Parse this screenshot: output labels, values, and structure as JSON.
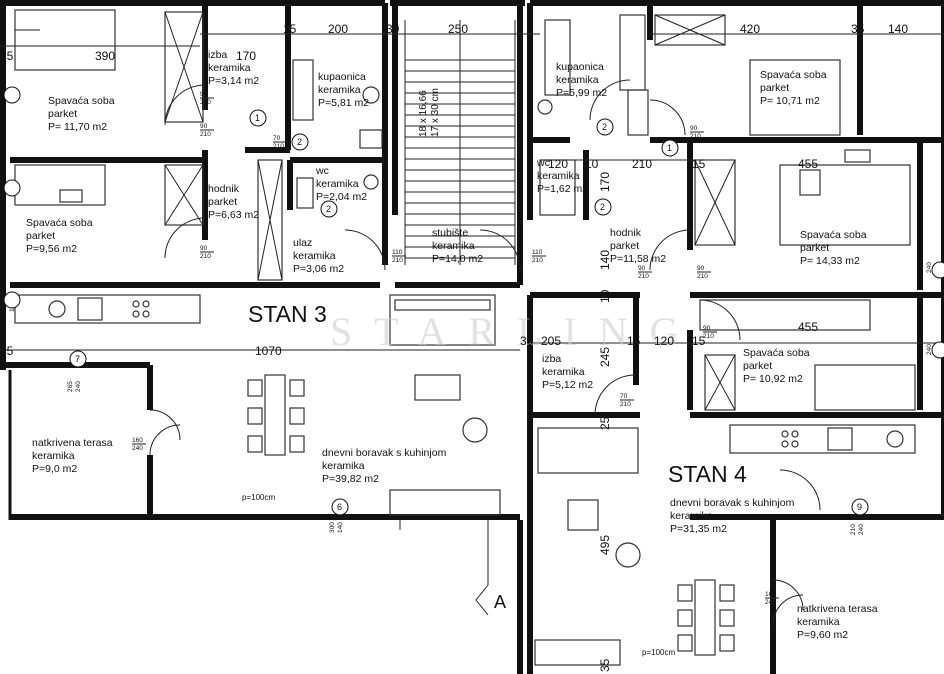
{
  "watermark": "STARLING",
  "apartments": [
    {
      "id": "stan3",
      "label": "STAN 3"
    },
    {
      "id": "stan4",
      "label": "STAN 4"
    }
  ],
  "rooms": [
    {
      "id": "s3-bed1",
      "lines": [
        "Spavaća soba",
        "parket",
        "P= 11,70 m2"
      ]
    },
    {
      "id": "s3-izba",
      "lines": [
        "izba",
        "keramika",
        "P=3,14 m2"
      ]
    },
    {
      "id": "s3-bath",
      "lines": [
        "kupaonica",
        "keramika",
        "P=5,81 m2"
      ]
    },
    {
      "id": "s3-bed2",
      "lines": [
        "Spavaća soba",
        "parket",
        "P=9,56 m2"
      ]
    },
    {
      "id": "s3-hall",
      "lines": [
        "hodnik",
        "parket",
        "P=6,63 m2"
      ]
    },
    {
      "id": "s3-wc",
      "lines": [
        "wc",
        "keramika",
        "P=2,04 m2"
      ]
    },
    {
      "id": "s3-ulaz",
      "lines": [
        "ulaz",
        "keramika",
        "P=3,06 m2"
      ]
    },
    {
      "id": "stairs",
      "lines": [
        "stubište",
        "keramika",
        "P=14,0 m2"
      ]
    },
    {
      "id": "s4-bath",
      "lines": [
        "kupaonica",
        "keramika",
        "P=5,99 m2"
      ]
    },
    {
      "id": "s4-bed1",
      "lines": [
        "Spavaća soba",
        "parket",
        "P= 10,71 m2"
      ]
    },
    {
      "id": "s4-wc",
      "lines": [
        "wc",
        "keramika",
        "P=1,62 m2"
      ]
    },
    {
      "id": "s4-hall",
      "lines": [
        "hodnik",
        "parket",
        "P=11,58 m2"
      ]
    },
    {
      "id": "s4-bed2",
      "lines": [
        "Spavaća soba",
        "parket",
        "P= 14,33 m2"
      ]
    },
    {
      "id": "s4-izba",
      "lines": [
        "izba",
        "keramika",
        "P=5,12 m2"
      ]
    },
    {
      "id": "s4-bed3",
      "lines": [
        "Spavaća soba",
        "parket",
        "P= 10,92 m2"
      ]
    },
    {
      "id": "s3-terrace",
      "lines": [
        "natkrivena terasa",
        "keramika",
        "P=9,0 m2"
      ]
    },
    {
      "id": "s3-living",
      "lines": [
        "dnevni boravak s kuhinjom",
        "keramika",
        "P=39,82 m2"
      ]
    },
    {
      "id": "s4-living",
      "lines": [
        "dnevni boravak s kuhinjom",
        "keramika",
        "P=31,35 m2"
      ]
    },
    {
      "id": "s4-terrace",
      "lines": [
        "natkrivena terasa",
        "keramika",
        "P=9,60 m2"
      ]
    }
  ],
  "dimensions": {
    "top_200": "200",
    "top_30a": "30",
    "top_250": "250",
    "top_420": "420",
    "top_35": "35",
    "top_140": "140",
    "left_35a": "35",
    "w_390": "390",
    "w_170": "170",
    "w_15a": "15",
    "w_120a": "120",
    "w_10": "10",
    "w_210": "210",
    "w_15b": "15",
    "w_455a": "455",
    "w_455b": "455",
    "w_1070": "1070",
    "left_35b": "35",
    "w_30b": "30",
    "w_205": "205",
    "w_15c": "15",
    "w_120b": "120",
    "w_15d": "15",
    "v_245": "245",
    "v_25": "25",
    "v_495": "495",
    "v_140": "140",
    "v_170": "170",
    "v_10": "10",
    "v_35": "35",
    "stairs_a": "18 x 16,66",
    "stairs_b": "17 x 30 cm",
    "rail_a": "p=100cm",
    "rail_b": "p=100cm"
  },
  "door_tags": [
    {
      "id": "d1",
      "w": "90",
      "h": "210"
    },
    {
      "id": "d2",
      "w": "70",
      "h": "210"
    },
    {
      "id": "d3",
      "w": "90",
      "h": "210"
    },
    {
      "id": "d4",
      "w": "110",
      "h": "210"
    },
    {
      "id": "d5",
      "w": "110",
      "h": "210"
    },
    {
      "id": "d6",
      "w": "90",
      "h": "210"
    },
    {
      "id": "d7",
      "w": "90",
      "h": "210"
    },
    {
      "id": "d8",
      "w": "90",
      "h": "210"
    },
    {
      "id": "d9",
      "w": "70",
      "h": "210"
    },
    {
      "id": "d10",
      "w": "160",
      "h": "240"
    },
    {
      "id": "d11",
      "w": "160",
      "h": "240"
    },
    {
      "id": "d12",
      "w": "90",
      "h": "210"
    },
    {
      "id": "d13",
      "w": "90",
      "h": "210"
    }
  ],
  "window_tags": [
    {
      "id": "wa",
      "top": "265",
      "bottom": "240"
    },
    {
      "id": "wb",
      "top": "300",
      "bottom": "140"
    },
    {
      "id": "wc",
      "top": "100",
      "bottom": "240"
    },
    {
      "id": "wd",
      "top": "100",
      "bottom": "240"
    },
    {
      "id": "we",
      "top": "210",
      "bottom": "240"
    },
    {
      "id": "wf",
      "top": "100cm",
      "bottom": ""
    }
  ],
  "markers": [
    "1",
    "1",
    "2",
    "2",
    "2",
    "2",
    "7",
    "6",
    "9"
  ],
  "section_mark": "A"
}
